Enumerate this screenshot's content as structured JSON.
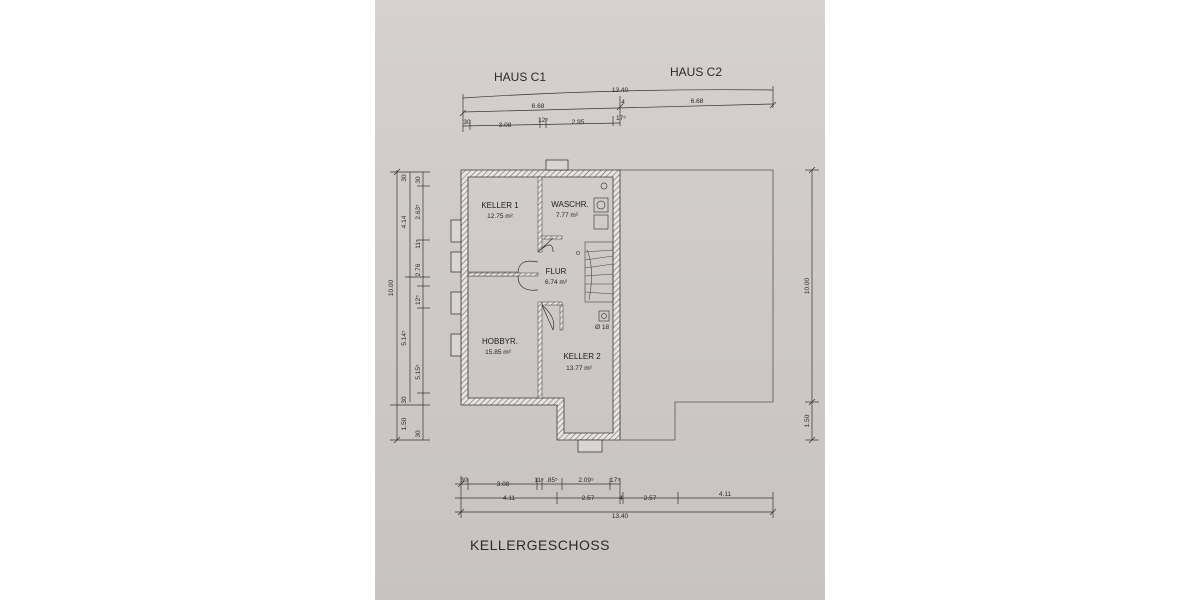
{
  "headers": {
    "left": "HAUS C1",
    "right": "HAUS C2"
  },
  "title": "KELLERGESCHOSS",
  "rooms": {
    "keller1": {
      "name": "KELLER 1",
      "area": "12.75 m²"
    },
    "waschr": {
      "name": "WASCHR.",
      "area": "7.77 m²"
    },
    "flur": {
      "name": "FLUR",
      "area": "6.74 m²"
    },
    "hobbyr": {
      "name": "HOBBYR.",
      "area": "15.85 m²"
    },
    "keller2": {
      "name": "KELLER 2",
      "area": "13.77 m²"
    }
  },
  "pipe_label": "Ø 18",
  "top_dims": {
    "total": "13.40",
    "left_half": "6.68",
    "right_half": "6.68",
    "center": "4",
    "seg1": "3.08",
    "seg2": "12⁵",
    "seg3": "2.95",
    "seg4": "17⁵",
    "seg0": "30"
  },
  "bottom_dims": {
    "seg0": "30",
    "seg1": "3.08",
    "seg2": "11⁵",
    "seg3": ".85⁵",
    "seg4": "2.09⁵",
    "seg5": "17⁵",
    "row2_a": "4.11",
    "row2_b": "2.57",
    "row2_c": "4",
    "row2_d": "2.57",
    "row2_e": "4.11",
    "total": "13.40"
  },
  "left_dims": {
    "total": "10.00",
    "a": "4.14",
    "b": "2.63⁵",
    "c": "30",
    "d": "30",
    "e": "11⁵",
    "f": "2.76",
    "g": "12⁵",
    "h": "5.14⁵",
    "i": "5.15⁵",
    "j": "30",
    "k": "1.50",
    "l": "30"
  },
  "right_dims": {
    "total": "10.00",
    "bottom": "1.50"
  }
}
